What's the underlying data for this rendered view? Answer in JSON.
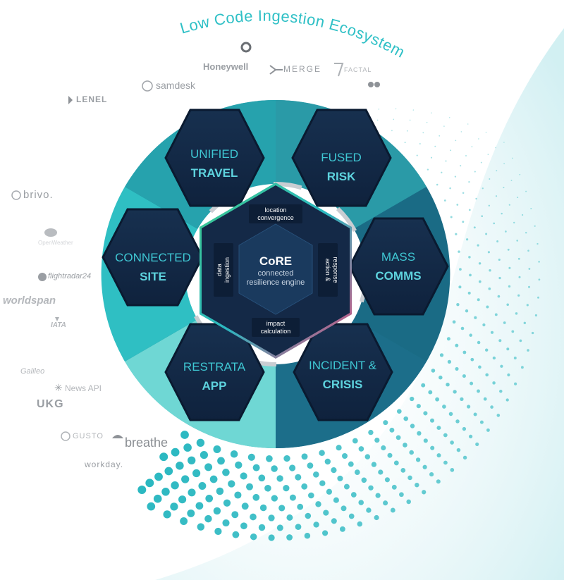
{
  "ecosystem_title": "Low Code Ingestion Ecosystem",
  "colors": {
    "teal_dark": "#1b6f87",
    "teal_mid": "#2795a4",
    "teal_light": "#35c2c8",
    "hex_fill": "#132846",
    "hex_stroke": "#0a1a30",
    "hex_text_light": "#3fc7d3",
    "hex_text_bold": "#5ed3de",
    "core_fill": "#142947",
    "dots": "#2bb8c1"
  },
  "modules": {
    "travel": {
      "line1": "UNIFIED",
      "line2": "TRAVEL"
    },
    "risk": {
      "line1": "FUSED",
      "line2": "RISK"
    },
    "site": {
      "line1": "CONNECTED",
      "line2": "SITE"
    },
    "comms": {
      "line1": "MASS",
      "line2": "COMMS"
    },
    "app": {
      "line1": "RESTRATA",
      "line2": "APP"
    },
    "crisis": {
      "line1": "INCIDENT &",
      "line2": "CRISIS"
    }
  },
  "core": {
    "title": "CoRE",
    "subtitle_1": "connected",
    "subtitle_2": "resilience engine",
    "top_tab_1": "location",
    "top_tab_2": "convergence",
    "bottom_tab_1": "impact",
    "bottom_tab_2": "calculation",
    "left_tab_1": "data",
    "left_tab_2": "ingestion",
    "right_tab_1": "action &",
    "right_tab_2": "response"
  },
  "partner_logos": {
    "honeywell": "Honeywell",
    "merge": "MERGE",
    "fractal": "FACTAL",
    "samdesk": "samdesk",
    "lenel": "LENEL",
    "brivo": "brivo.",
    "openweather": "OpenWeather",
    "flightradar": "flightradar24",
    "worldspan": "worldspan",
    "iata": "IATA",
    "galileo": "Galileo",
    "newsapi": "News API",
    "ukg": "UKG",
    "gusto": "GUSTO",
    "breathe": "breathe",
    "workday": "workday."
  }
}
